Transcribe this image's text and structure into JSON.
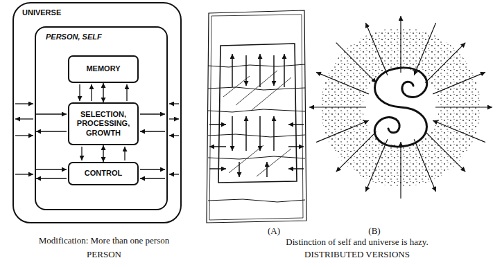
{
  "diagram": {
    "nodes": [
      {
        "text": [
          "UNIVERSE"
        ]
      },
      {
        "text": [
          "PERSON, SELF"
        ],
        "in": 0
      },
      {
        "text": [
          "MEMORY"
        ],
        "in": 1
      },
      {
        "text": [
          "SELECTION, PROCESSING, GROWTH"
        ],
        "in": 1
      },
      {
        "text": [
          "CONTROL"
        ],
        "in": 1
      }
    ],
    "edges": [
      {
        "from": 2,
        "to": 3,
        "arrow": "both"
      },
      {
        "from": 3,
        "to": 4,
        "arrow": "both"
      }
    ],
    "labels": [
      "Modification: More than one person",
      "PERSON",
      "(A)",
      "(B)",
      "Distinction of self and universe is hazy.",
      "DISTRIBUTED VERSIONS"
    ]
  }
}
